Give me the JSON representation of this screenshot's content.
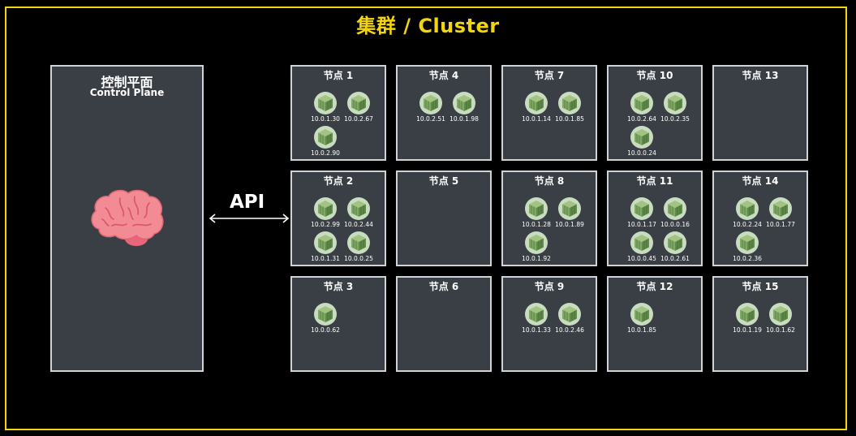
{
  "cluster": {
    "title": "集群 / Cluster"
  },
  "control_plane": {
    "title": "控制平面",
    "subtitle": "Control Plane"
  },
  "api": {
    "label": "API"
  },
  "colors": {
    "frame": "#f2d40f",
    "node_bg": "#3a3f45",
    "pod": "#7fa865",
    "brain": "#f28b93"
  },
  "nodes": [
    {
      "label": "节点 1",
      "pods": [
        "10.0.1.30",
        "10.0.2.67",
        "10.0.2.90"
      ]
    },
    {
      "label": "节点 4",
      "pods": [
        "10.0.2.51",
        "10.0.1.98"
      ]
    },
    {
      "label": "节点 7",
      "pods": [
        "10.0.1.14",
        "10.0.1.85"
      ]
    },
    {
      "label": "节点 10",
      "pods": [
        "10.0.2.64",
        "10.0.2.35",
        "10.0.0.24"
      ]
    },
    {
      "label": "节点 13",
      "pods": []
    },
    {
      "label": "节点 2",
      "pods": [
        "10.0.2.99",
        "10.0.2.44",
        "10.0.1.31",
        "10.0.0.25"
      ]
    },
    {
      "label": "节点 5",
      "pods": []
    },
    {
      "label": "节点 8",
      "pods": [
        "10.0.1.28",
        "10.0.1.89",
        "10.0.1.92"
      ]
    },
    {
      "label": "节点 11",
      "pods": [
        "10.0.1.17",
        "10.0.0.16",
        "10.0.0.45",
        "10.0.2.61"
      ]
    },
    {
      "label": "节点 14",
      "pods": [
        "10.0.2.24",
        "10.0.1.77",
        "10.0.2.36"
      ]
    },
    {
      "label": "节点 3",
      "pods": [
        "10.0.0.62"
      ]
    },
    {
      "label": "节点 6",
      "pods": []
    },
    {
      "label": "节点 9",
      "pods": [
        "10.0.1.33",
        "10.0.2.46"
      ]
    },
    {
      "label": "节点 12",
      "pods": [
        "10.0.1.85"
      ]
    },
    {
      "label": "节点 15",
      "pods": [
        "10.0.1.19",
        "10.0.1.62"
      ]
    }
  ]
}
